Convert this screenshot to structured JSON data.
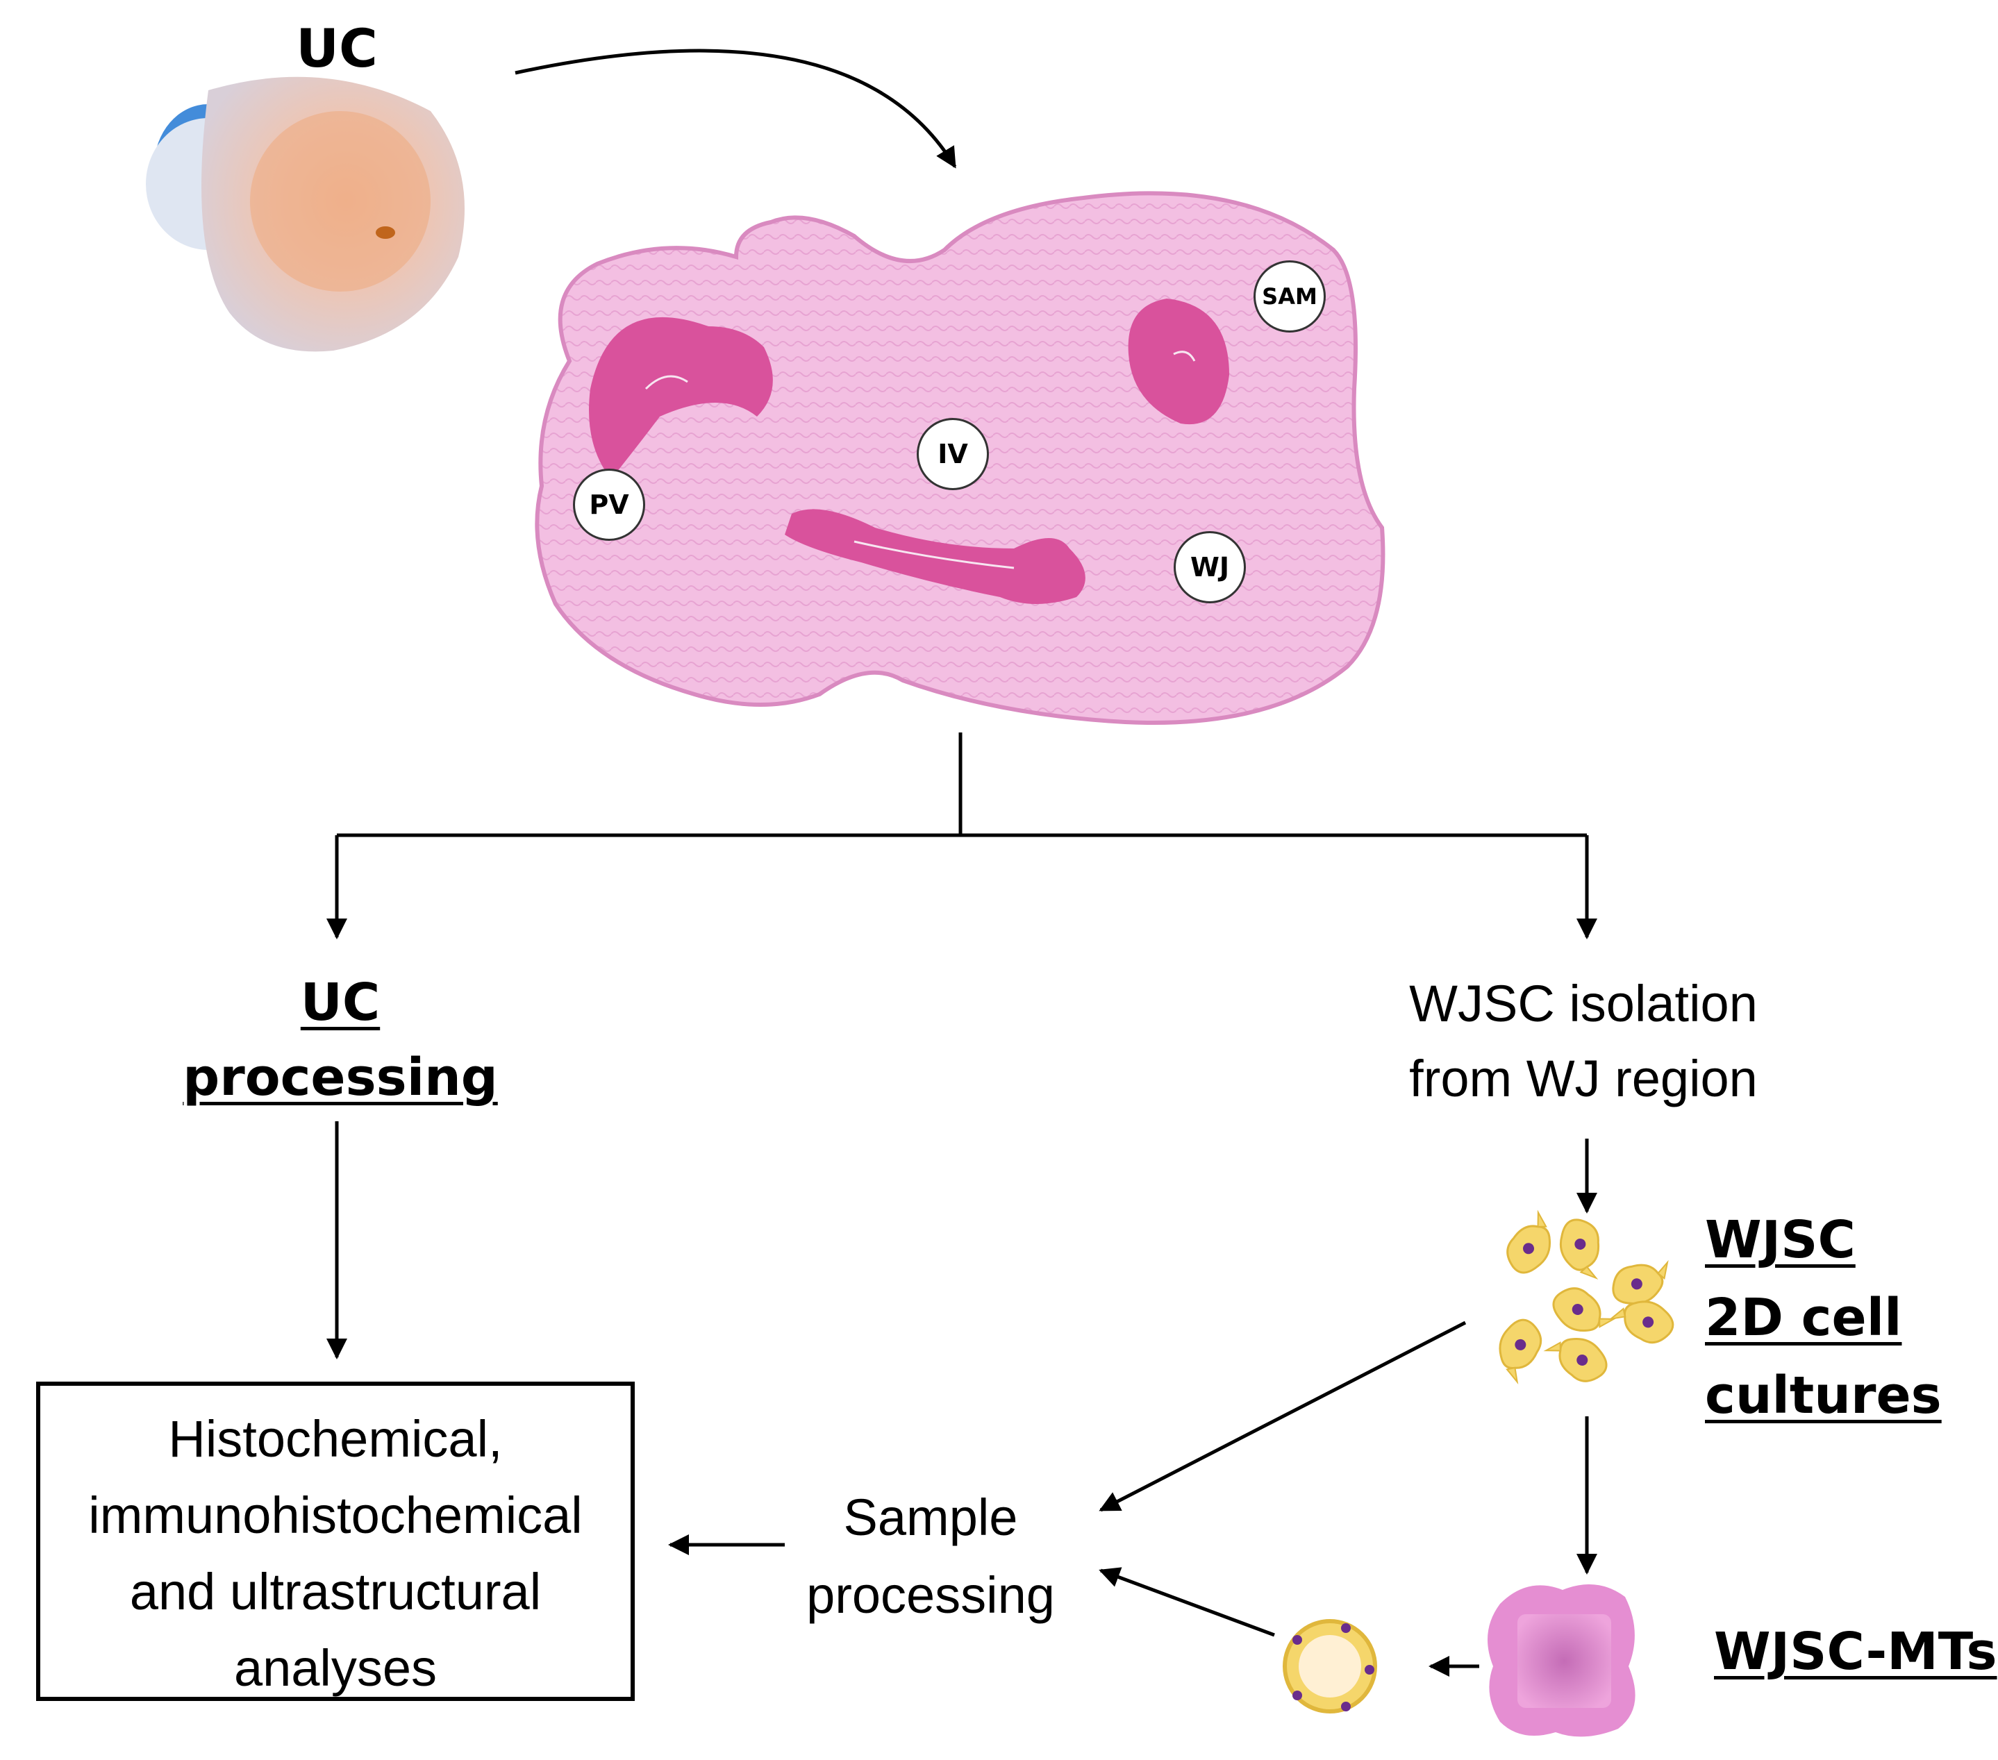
{
  "top_label": "UC",
  "region_labels": {
    "sam": "SAM",
    "iv": "IV",
    "pv": "PV",
    "wj": "WJ"
  },
  "left_branch": {
    "line1": "UC",
    "line2": "processing"
  },
  "right_branch": {
    "line1": "WJSC isolation",
    "line2": "from WJ region"
  },
  "culture_label": {
    "line1": "WJSC",
    "line2": "2D cell",
    "line3": "cultures"
  },
  "mt_label": "WJSC-MTs",
  "sample_processing": {
    "line1": "Sample",
    "line2": "processing"
  },
  "analyses_box": {
    "line1": "Histochemical,",
    "line2": "immunohistochemical",
    "line3": "and ultrastructural",
    "line4": "analyses"
  },
  "colors": {
    "tissue_light": "#f1b8e0",
    "tissue_vessel": "#d9529c",
    "cell_yellow": "#f5d66b",
    "cell_nucleus": "#6a2c8c",
    "microtissue_pink": "#e58ed2"
  }
}
